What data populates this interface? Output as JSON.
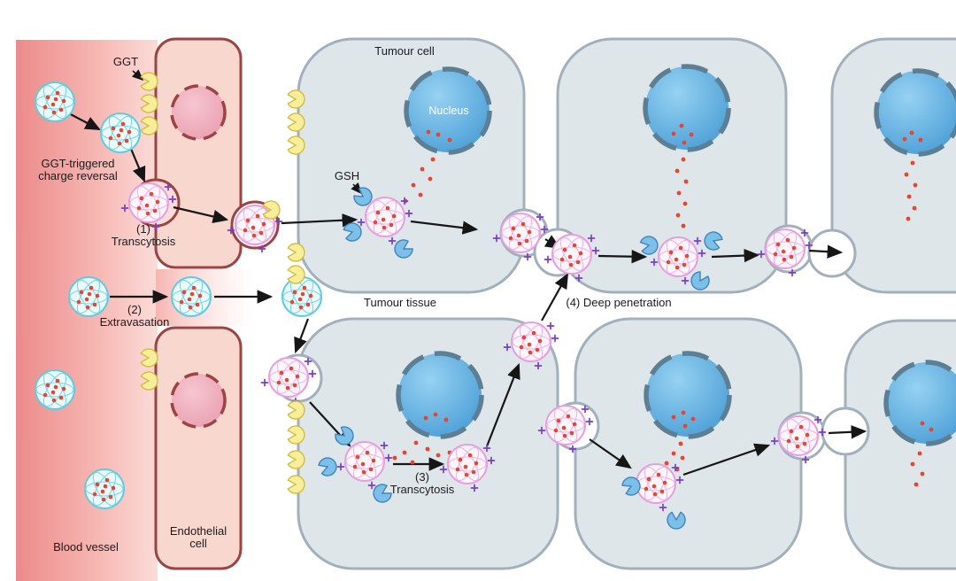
{
  "labels": {
    "ggt": "GGT",
    "ggt_trigger_line1": "GGT-triggered",
    "ggt_trigger_line2": "charge reversal",
    "step1_num": "(1)",
    "step1_name": "Transcytosis",
    "step2_num": "(2)",
    "step2_name": "Extravasation",
    "step3_num": "(3)",
    "step3_name": "Transcytosis",
    "step4": "(4) Deep penetration",
    "gsh": "GSH",
    "tumour_cell": "Tumour cell",
    "tumour_tissue": "Tumour tissue",
    "nucleus": "Nucleus",
    "blood_vessel": "Blood vessel",
    "endothelial_line1": "Endothelial",
    "endothelial_line2": "cell"
  },
  "colors": {
    "background": "#ffffff",
    "blood_vessel_left": "#ec8b8b",
    "blood_vessel_mid": "#f6b5b1",
    "blood_vessel_right": "#fbdcd8",
    "endothelial_fill": "#f8d7cf",
    "endothelial_border": "#9c4343",
    "endothelial_nucleus_light": "#f6c6d0",
    "endothelial_nucleus_dark": "#e89aac",
    "tumour_cell_fill": "#dee6ea",
    "tumour_cell_border": "#a2b0bc",
    "nucleus_light": "#96d2f2",
    "nucleus_dark": "#3e95d2",
    "nucleus_border": "#5d7f94",
    "ggt_fill": "#f6ee9a",
    "ggt_border": "#d2be3c",
    "gsh_fill": "#7cc0e8",
    "gsh_border": "#3f84c0",
    "np_cyan_fill": "#eafafc",
    "np_cyan_mesh": "#63cade",
    "np_pink_fill": "#fef5fd",
    "np_pink_mesh": "#e59fdf",
    "drug_dot": "#e8442e",
    "charge_plus": "#7a3fc0",
    "arrow": "#161616",
    "label_text": "#1b1b1b"
  },
  "icons": {
    "ggt_enzyme": "yellow pac-man wedge on membranes",
    "gsh_molecule": "blue pac-man wedge inside tumour cells",
    "nanoparticle_cyan": "cyan mesh sphere loaded with red drug dots",
    "nanoparticle_charged": "pink mesh sphere with red drug dots and purple plus charges",
    "drug_molecule": "small red dot"
  }
}
